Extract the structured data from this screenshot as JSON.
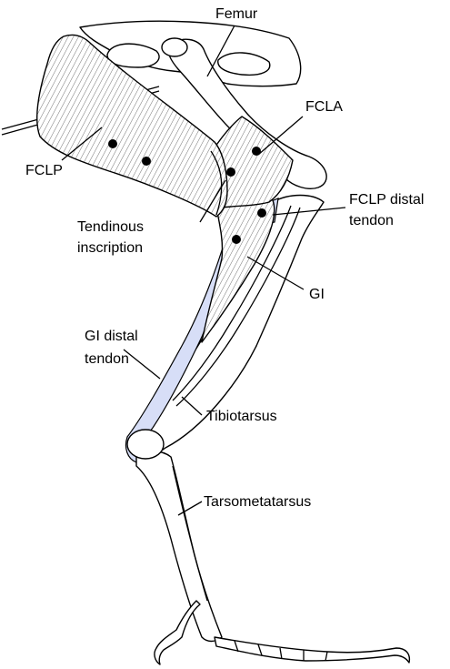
{
  "labels": {
    "femur": "Femur",
    "fcla": "FCLA",
    "fclp": "FCLP",
    "fclp_distal_tendon_line1": "FCLP distal",
    "fclp_distal_tendon_line2": "tendon",
    "tendinous_inscription_line1": "Tendinous",
    "tendinous_inscription_line2": "inscription",
    "gi": "GI",
    "gi_distal_tendon_line1": "GI distal",
    "gi_distal_tendon_line2": "tendon",
    "tibiotarsus": "Tibiotarsus",
    "tarsometatarsus": "Tarsometatarsus"
  },
  "colors": {
    "tendon_fill": "#d7def7",
    "line": "#000000",
    "background": "#ffffff"
  }
}
